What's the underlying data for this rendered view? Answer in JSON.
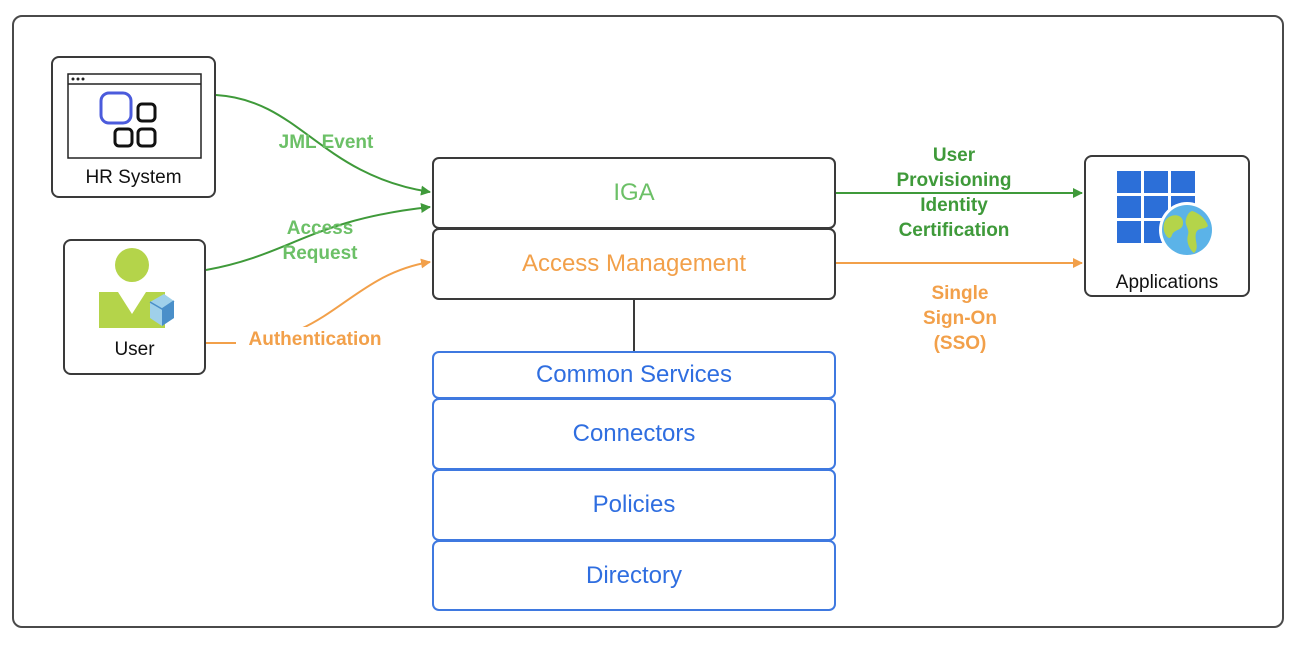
{
  "colors": {
    "green_light": "#6cc067",
    "green_dark": "#3f9a3a",
    "orange": "#f2a04a",
    "blue": "#2f6ee0",
    "border": "#3a3a3a"
  },
  "nodes": {
    "hr_system": {
      "label": "HR System",
      "icon": "hr-app-window-icon"
    },
    "user": {
      "label": "User",
      "icon": "user-person-icon"
    },
    "applications": {
      "label": "Applications",
      "icon": "applications-grid-globe-icon"
    }
  },
  "stack": {
    "iga": "IGA",
    "access_management": "Access Management",
    "common_services": "Common Services",
    "connectors": "Connectors",
    "policies": "Policies",
    "directory": "Directory"
  },
  "edges": {
    "jml_event": "JML Event",
    "access_request": [
      "Access",
      "Request"
    ],
    "authentication": "Authentication",
    "user_provisioning": [
      "User",
      "Provisioning",
      "Identity",
      "Certification"
    ],
    "sso": [
      "Single",
      "Sign-On",
      "(SSO)"
    ]
  }
}
